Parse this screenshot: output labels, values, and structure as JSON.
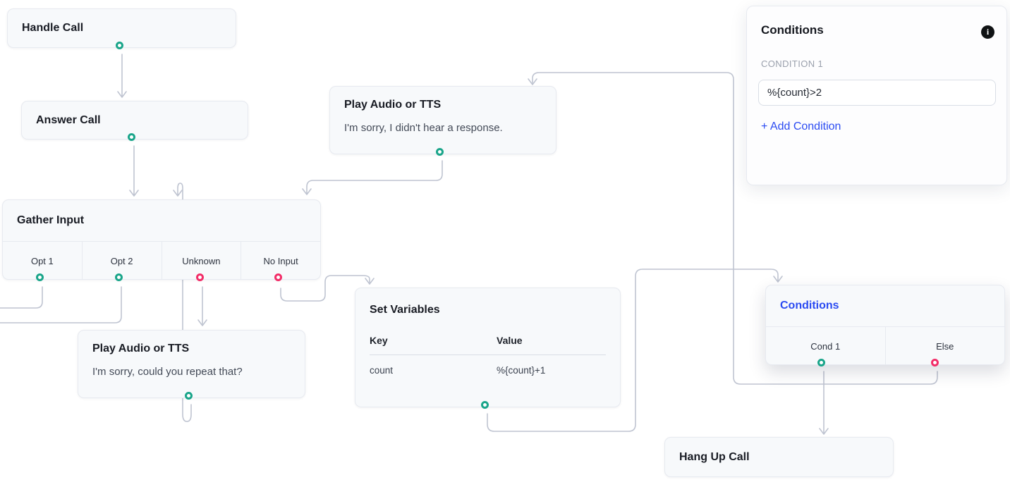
{
  "colors": {
    "port_teal": "#1aa58a",
    "port_pink": "#f22d68",
    "edge_line": "#bfc4d1",
    "accent_blue": "#2b4bf2",
    "node_background": "#f7f9fb",
    "node_border": "#e7eaf0",
    "info_icon_background": "#101214"
  },
  "nodes": {
    "handle_call": {
      "title": "Handle Call"
    },
    "answer_call": {
      "title": "Answer Call"
    },
    "play_audio_no_response": {
      "title": "Play Audio or TTS",
      "body": "I'm sorry, I didn't hear a response."
    },
    "gather_input": {
      "title": "Gather Input",
      "options": [
        "Opt 1",
        "Opt 2",
        "Unknown",
        "No Input"
      ]
    },
    "play_audio_repeat": {
      "title": "Play Audio or TTS",
      "body": "I'm sorry, could you repeat that?"
    },
    "set_variables": {
      "title": "Set Variables",
      "col_key": "Key",
      "col_value": "Value",
      "rows": [
        {
          "key": "count",
          "value": "%{count}+1"
        }
      ]
    },
    "conditions": {
      "title": "Conditions",
      "options": [
        "Cond 1",
        "Else"
      ]
    },
    "hang_up_call": {
      "title": "Hang Up Call"
    }
  },
  "panel": {
    "title": "Conditions",
    "info_icon": "i",
    "section_label": "CONDITION 1",
    "condition_value": "%{count}>2",
    "add_condition": "+ Add Condition"
  }
}
